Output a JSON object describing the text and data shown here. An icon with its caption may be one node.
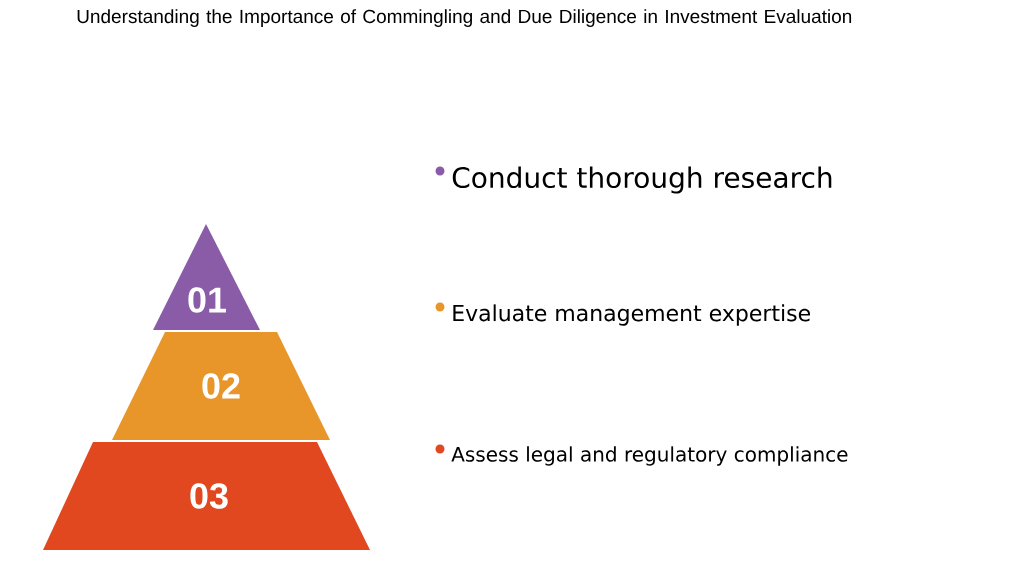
{
  "diagram": {
    "title": "Understanding the Importance of Commingling and Due Diligence in Investment Evaluation",
    "nodes": [
      {
        "text": [
          "01"
        ]
      },
      {
        "text": [
          "02"
        ]
      },
      {
        "text": [
          "03"
        ]
      }
    ],
    "legend": [
      {
        "text": "Conduct thorough research",
        "color": "#8a5ca8"
      },
      {
        "text": "Evaluate management expertise",
        "color": "#e8962a"
      },
      {
        "text": "Assess legal and regulatory compliance",
        "color": "#e2481f"
      }
    ]
  }
}
